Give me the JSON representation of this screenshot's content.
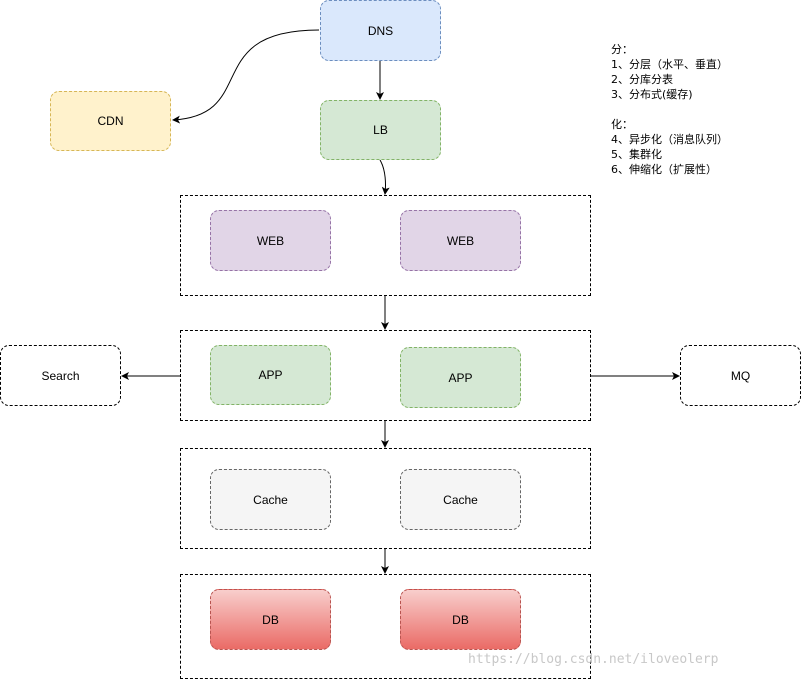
{
  "nodes": {
    "dns": "DNS",
    "cdn": "CDN",
    "lb": "LB",
    "web1": "WEB",
    "web2": "WEB",
    "app1": "APP",
    "app2": "APP",
    "search": "Search",
    "mq": "MQ",
    "cache1": "Cache",
    "cache2": "Cache",
    "db1": "DB",
    "db2": "DB"
  },
  "notes": {
    "split_title": "分：",
    "split_items": [
      "1、分层（水平、垂直）",
      "2、分库分表",
      "3、分布式(缓存)"
    ],
    "ize_title": "化：",
    "ize_items": [
      "4、异步化（消息队列）",
      "5、集群化",
      "6、伸缩化（扩展性）"
    ]
  },
  "colors": {
    "dns": "#dae8fc",
    "cdn": "#fff2cc",
    "lb": "#d5e8d4",
    "web": "#e1d5e7",
    "app": "#d5e8d4",
    "cache": "#f5f5f5",
    "db_top": "#f8cecc",
    "db_bottom": "#ea6b66"
  },
  "watermark": "https://blog.csdn.net/iloveolerp"
}
